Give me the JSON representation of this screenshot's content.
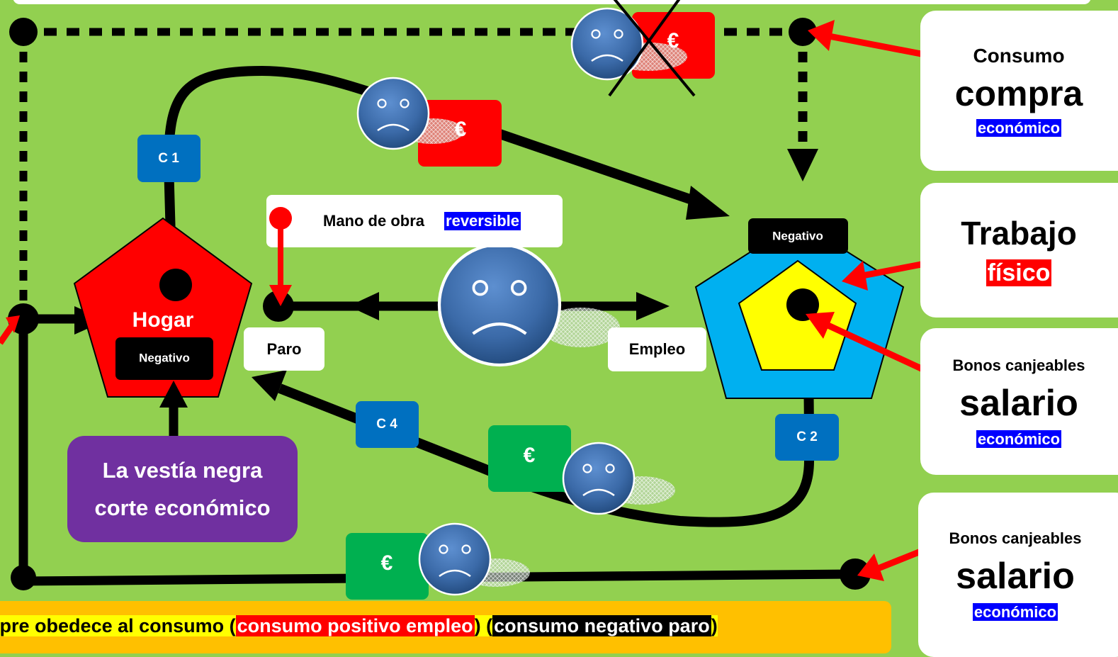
{
  "nodes": {
    "hogar": {
      "title": "Hogar",
      "badge": "Negativo"
    },
    "empresa": {
      "badge": "Negativo"
    }
  },
  "states": {
    "paro": "Paro",
    "empleo": "Empleo"
  },
  "mano_de_obra": {
    "label": "Mano de obra",
    "tag": "reversible"
  },
  "vestia": {
    "line1": "La vestía negra",
    "line2": "corte económico"
  },
  "cycles": {
    "c1": "C 1",
    "c2": "C 2",
    "c4": "C 4"
  },
  "money": {
    "symbol": "€"
  },
  "side_panels": {
    "consumo": {
      "small": "Consumo",
      "big": "compra",
      "tag": "económico"
    },
    "trabajo": {
      "big": "Trabajo",
      "tag": "físico"
    },
    "salario1": {
      "small": "Bonos canjeables",
      "big": "salario",
      "tag": "económico"
    },
    "salario2": {
      "small": "Bonos canjeables",
      "big": "salario",
      "tag": "económico"
    }
  },
  "footer": {
    "part1": "siempre obedece al consumo (",
    "part2": "consumo positivo empleo",
    "part3": ") (",
    "part4": "consumo negativo paro",
    "part5": ")"
  },
  "colors": {
    "background": "#92d050",
    "hogar": "#ff0000",
    "empresa_outer": "#00b0f0",
    "empresa_inner": "#ffff00",
    "cycle_badge": "#0070c0",
    "money_red": "#ff0000",
    "money_green": "#00b050",
    "vestia": "#7030a0",
    "footer": "#ffc000"
  },
  "icons": [
    "sad-face-icon",
    "crossed-out-icon"
  ]
}
